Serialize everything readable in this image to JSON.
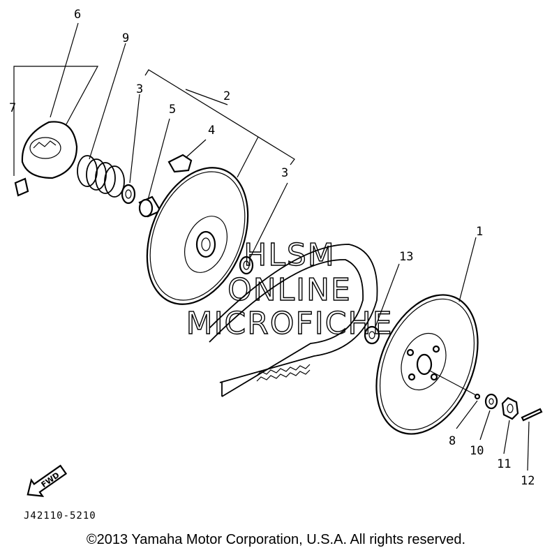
{
  "callouts": [
    "1",
    "2",
    "3",
    "3",
    "4",
    "5",
    "6",
    "7",
    "8",
    "9",
    "10",
    "11",
    "12",
    "13"
  ],
  "watermark": [
    "HLSM",
    "ONLINE",
    "MICROFICHE"
  ],
  "front_arrow_label": "FWD",
  "drawing_code": "J42110-5210",
  "copyright": "©2013 Yamaha Motor Corporation, U.S.A. All rights reserved."
}
